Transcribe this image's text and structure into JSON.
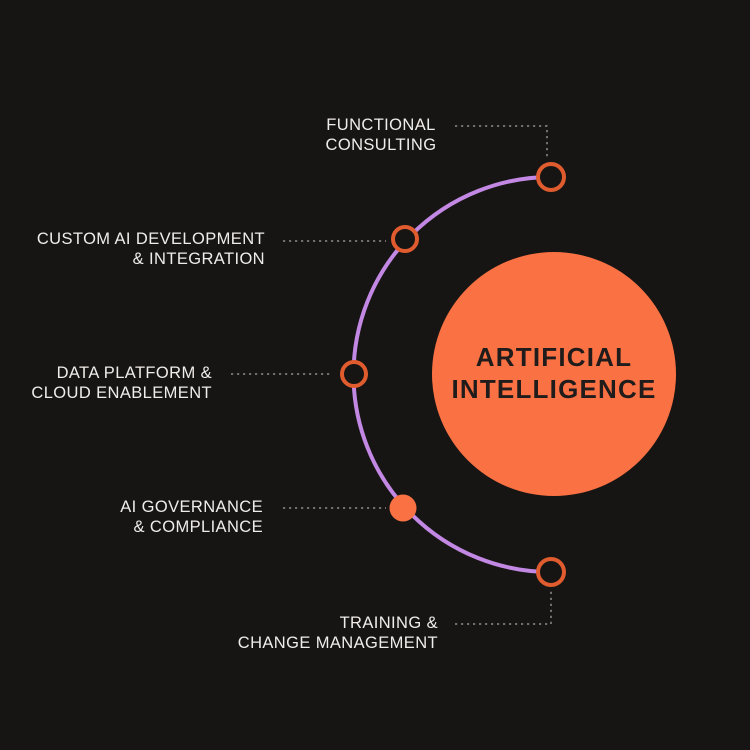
{
  "center": {
    "label": "ARTIFICIAL\nINTELLIGENCE"
  },
  "nodes": [
    {
      "id": "functional-consulting",
      "label": "FUNCTIONAL\nCONSULTING",
      "marker": "ring"
    },
    {
      "id": "custom-ai-development-integration",
      "label": "CUSTOM AI DEVELOPMENT\n& INTEGRATION",
      "marker": "ring"
    },
    {
      "id": "data-platform-cloud-enablement",
      "label": "DATA PLATFORM &\nCLOUD ENABLEMENT",
      "marker": "ring"
    },
    {
      "id": "ai-governance-compliance",
      "label": "AI GOVERNANCE\n& COMPLIANCE",
      "marker": "filled"
    },
    {
      "id": "training-change-management",
      "label": "TRAINING &\nCHANGE MANAGEMENT",
      "marker": "ring"
    }
  ],
  "colors": {
    "background": "#171514",
    "main_circle_orange": "#fa7143",
    "node_ring_orange": "#e05c2e",
    "node_filled_orange": "#fa7143",
    "arc_purple": "#c288e3",
    "connector_gray": "#8f8c8a",
    "label_text": "#f0ece9",
    "center_text": "#201c1b"
  }
}
